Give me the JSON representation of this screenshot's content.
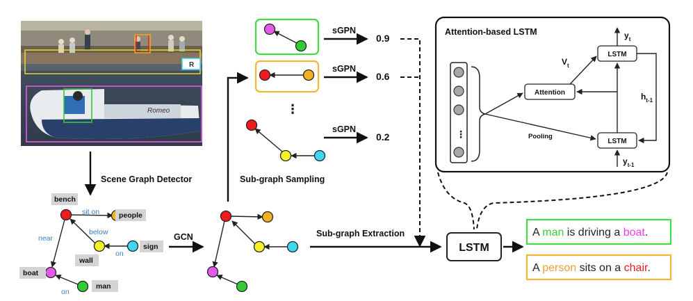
{
  "labels": {
    "scene_graph_detector": "Scene Graph Detector",
    "subgraph_sampling": "Sub-graph Sampling",
    "subgraph_extraction": "Sub-graph Extraction",
    "gcn": "GCN",
    "lstm_main": "LSTM",
    "sgpn": "sGPN",
    "ellipsis": "⋮"
  },
  "scores": [
    {
      "value": "0.9",
      "color": "#2e9e3e"
    },
    {
      "value": "0.6",
      "color": "#2e9e3e"
    },
    {
      "value": "0.2",
      "color": "#e02020"
    }
  ],
  "scene_graph": {
    "nodes": [
      "bench",
      "people",
      "wall",
      "sign",
      "boat",
      "man"
    ],
    "edges": [
      "sit on",
      "below",
      "near",
      "on",
      "on"
    ]
  },
  "attention_panel": {
    "title": "Attention-based LSTM",
    "attention": "Attention",
    "lstm": "LSTM",
    "pooling": "Pooling",
    "vt_main": "V",
    "vt_sub": "t",
    "y_main": "y",
    "y_sub": "t",
    "ht_main": "h",
    "ht_sub": "t-1",
    "yin_main": "y",
    "yin_sub": "t-1",
    "ellipsis": "⋮"
  },
  "captions": [
    {
      "border": "#45d945",
      "parts": [
        {
          "text": "A ",
          "color": "#222"
        },
        {
          "text": "man",
          "color": "#3ccf3c"
        },
        {
          "text": " is driving a ",
          "color": "#222"
        },
        {
          "text": "boat",
          "color": "#f03cf0"
        },
        {
          "text": ".",
          "color": "#222"
        }
      ]
    },
    {
      "border": "#f2b631",
      "parts": [
        {
          "text": "A ",
          "color": "#222"
        },
        {
          "text": "person",
          "color": "#f0a030"
        },
        {
          "text": " sits on a ",
          "color": "#222"
        },
        {
          "text": "chair",
          "color": "#e02020"
        },
        {
          "text": ".",
          "color": "#222"
        }
      ]
    }
  ],
  "photo": {
    "boat_name": "Romeo"
  },
  "colors": {
    "red": "#ee1c1c",
    "orange": "#f2b022",
    "yellow": "#f6f02a",
    "cyan": "#3fd6ee",
    "magenta": "#e25ae8",
    "green": "#33cc33",
    "green_box": "#45d945",
    "orange_box": "#f2b631"
  }
}
